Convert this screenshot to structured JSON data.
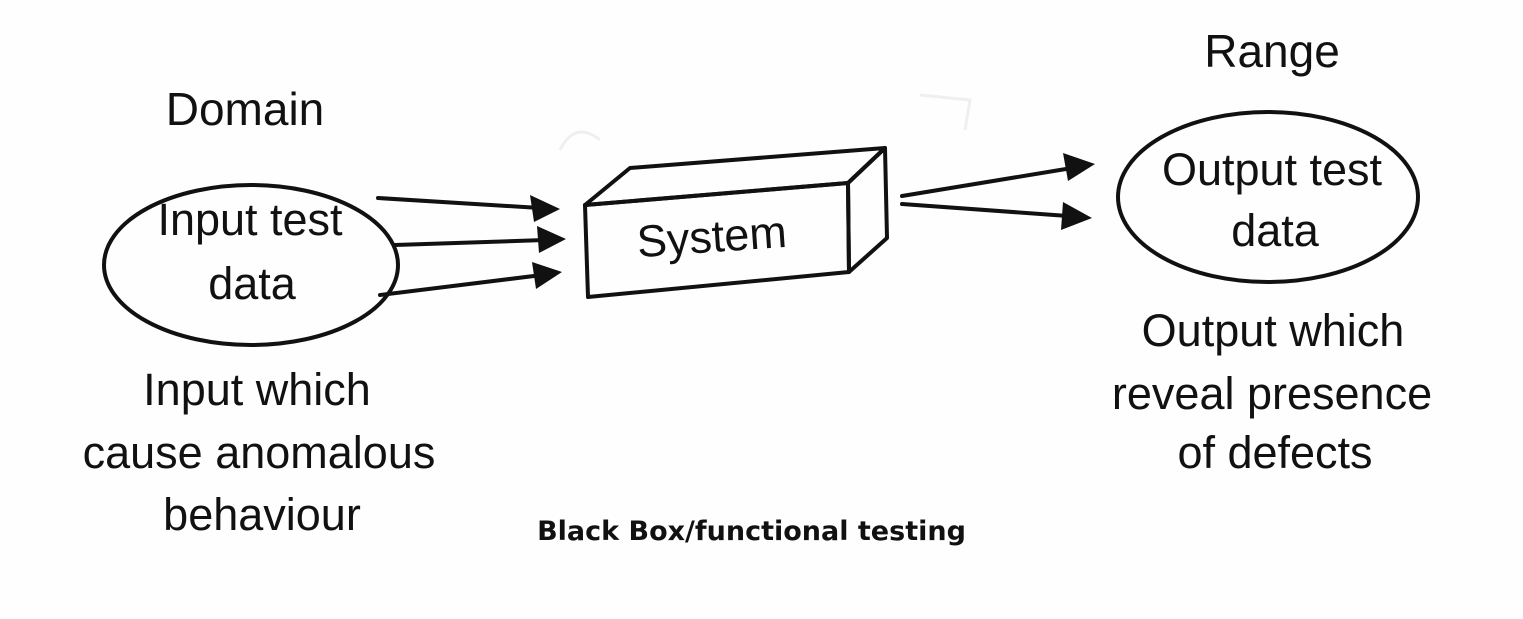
{
  "diagram": {
    "domain_label": "Domain",
    "input_ellipse": {
      "line1": "Input test",
      "line2": "data"
    },
    "input_note": {
      "line1": "Input which",
      "line2": "cause anomalous",
      "line3": "behaviour"
    },
    "system_label": "System",
    "range_label": "Range",
    "output_ellipse": {
      "line1": "Output test",
      "line2": "data"
    },
    "output_note": {
      "line1": "Output which",
      "line2": "reveal presence",
      "line3": "of defects"
    },
    "caption": "Black Box/functional testing"
  },
  "colors": {
    "ink": "#111111",
    "background": "#fefefe"
  }
}
